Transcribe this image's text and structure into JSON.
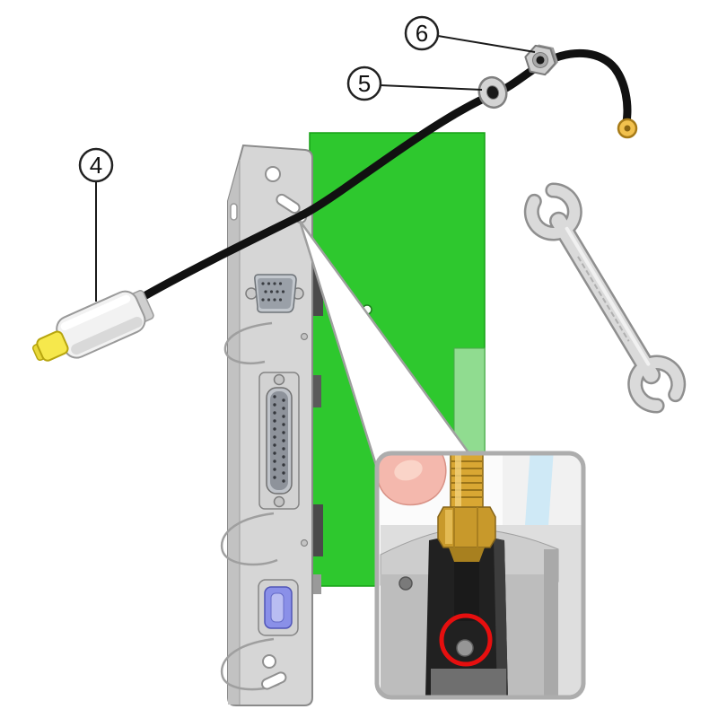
{
  "diagram": {
    "callouts": [
      {
        "label": "4",
        "target": "cable-end-connector"
      },
      {
        "label": "5",
        "target": "washer"
      },
      {
        "label": "6",
        "target": "hex-nut"
      }
    ],
    "parts": {
      "pcb": "green-circuit-board",
      "bracket": "rear-io-bracket",
      "vga": "dsub-15-connector",
      "parallel": "dsub-25-connector",
      "centronics": "blue-centronics-connector",
      "cable": "black-antenna-cable",
      "cable_connector": "white-cable-connector",
      "washer": "lock-washer",
      "nut": "hex-nut",
      "tip": "gold-cable-tip",
      "wrench": "open-end-wrench",
      "inset": "sma-mounting-closeup",
      "highlight": "red-circle-highlight",
      "finger": "finger-holding-connector"
    },
    "colors": {
      "pcb_green": "#2ec82e",
      "pcb_green_light": "#90dc90",
      "cable_black": "#111111",
      "connector_gold": "#d9a733",
      "highlight_red": "#e60f0f",
      "tip_yellow": "#f6e84c",
      "centronics_blue": "#8a90e8",
      "bracket_gray": "#d6d6d6"
    }
  }
}
